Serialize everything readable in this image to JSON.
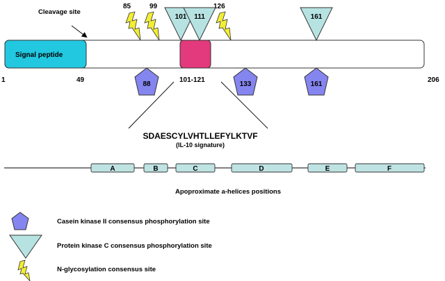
{
  "protein": {
    "cleavage_label": "Cleavage site",
    "signal_peptide_label": "Signal peptide",
    "pos_start": "1",
    "pos_signal_end": "49",
    "domain_range": "101-121",
    "pos_end": "206",
    "domain_sequence": "SDAESCYLVHTLLEFYLKTVF",
    "domain_note": "(IL-10 signature)",
    "colors": {
      "signal_peptide": "#22c8e0",
      "il10_domain": "#e23a7c",
      "pentagon": "#8585f0",
      "triangle": "#b7e2e2",
      "bolt": "#f2ee33",
      "helix": "#bfe3e3"
    }
  },
  "n_glycosylation_sites": [
    "85",
    "99",
    "126"
  ],
  "pkc_sites": [
    "101",
    "111",
    "161"
  ],
  "ck2_sites": [
    "88",
    "133",
    "161"
  ],
  "helices": {
    "labels": [
      "A",
      "B",
      "C",
      "D",
      "E",
      "F"
    ],
    "caption": "Apoproximate a-helices positions"
  },
  "legend": {
    "ck2": "Casein kinase II consensus phosphorylation site",
    "pkc": "Protein kinase C consensus phosphorylation site",
    "glyco": "N-glycosylation consensus site"
  }
}
